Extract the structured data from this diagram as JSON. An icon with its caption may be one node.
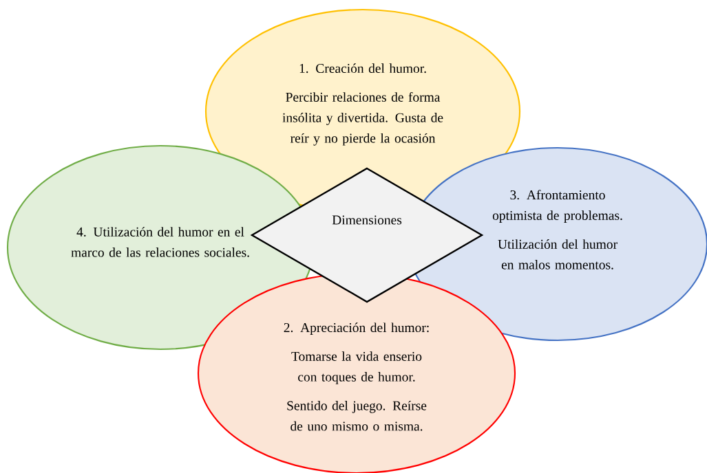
{
  "diagram": {
    "nodes": [
      {
        "text": [
          "1. Creación del humor.",
          "Percibir relaciones de forma insólita y divertida. Gusta de reír y no pierde la ocasión"
        ]
      },
      {
        "text": [
          "4. Utilización del humor en el marco de las relaciones sociales."
        ]
      },
      {
        "text": [
          "Dimensiones"
        ]
      },
      {
        "text": [
          "3. Afrontamiento optimista de problemas.",
          "Utilización del humor en malos momentos."
        ]
      },
      {
        "text": [
          "2. Apreciación del humor:",
          "Tomarse la vida enserio con toques de humor.",
          "Sentido del juego. Reírse de uno mismo o misma."
        ]
      }
    ]
  }
}
